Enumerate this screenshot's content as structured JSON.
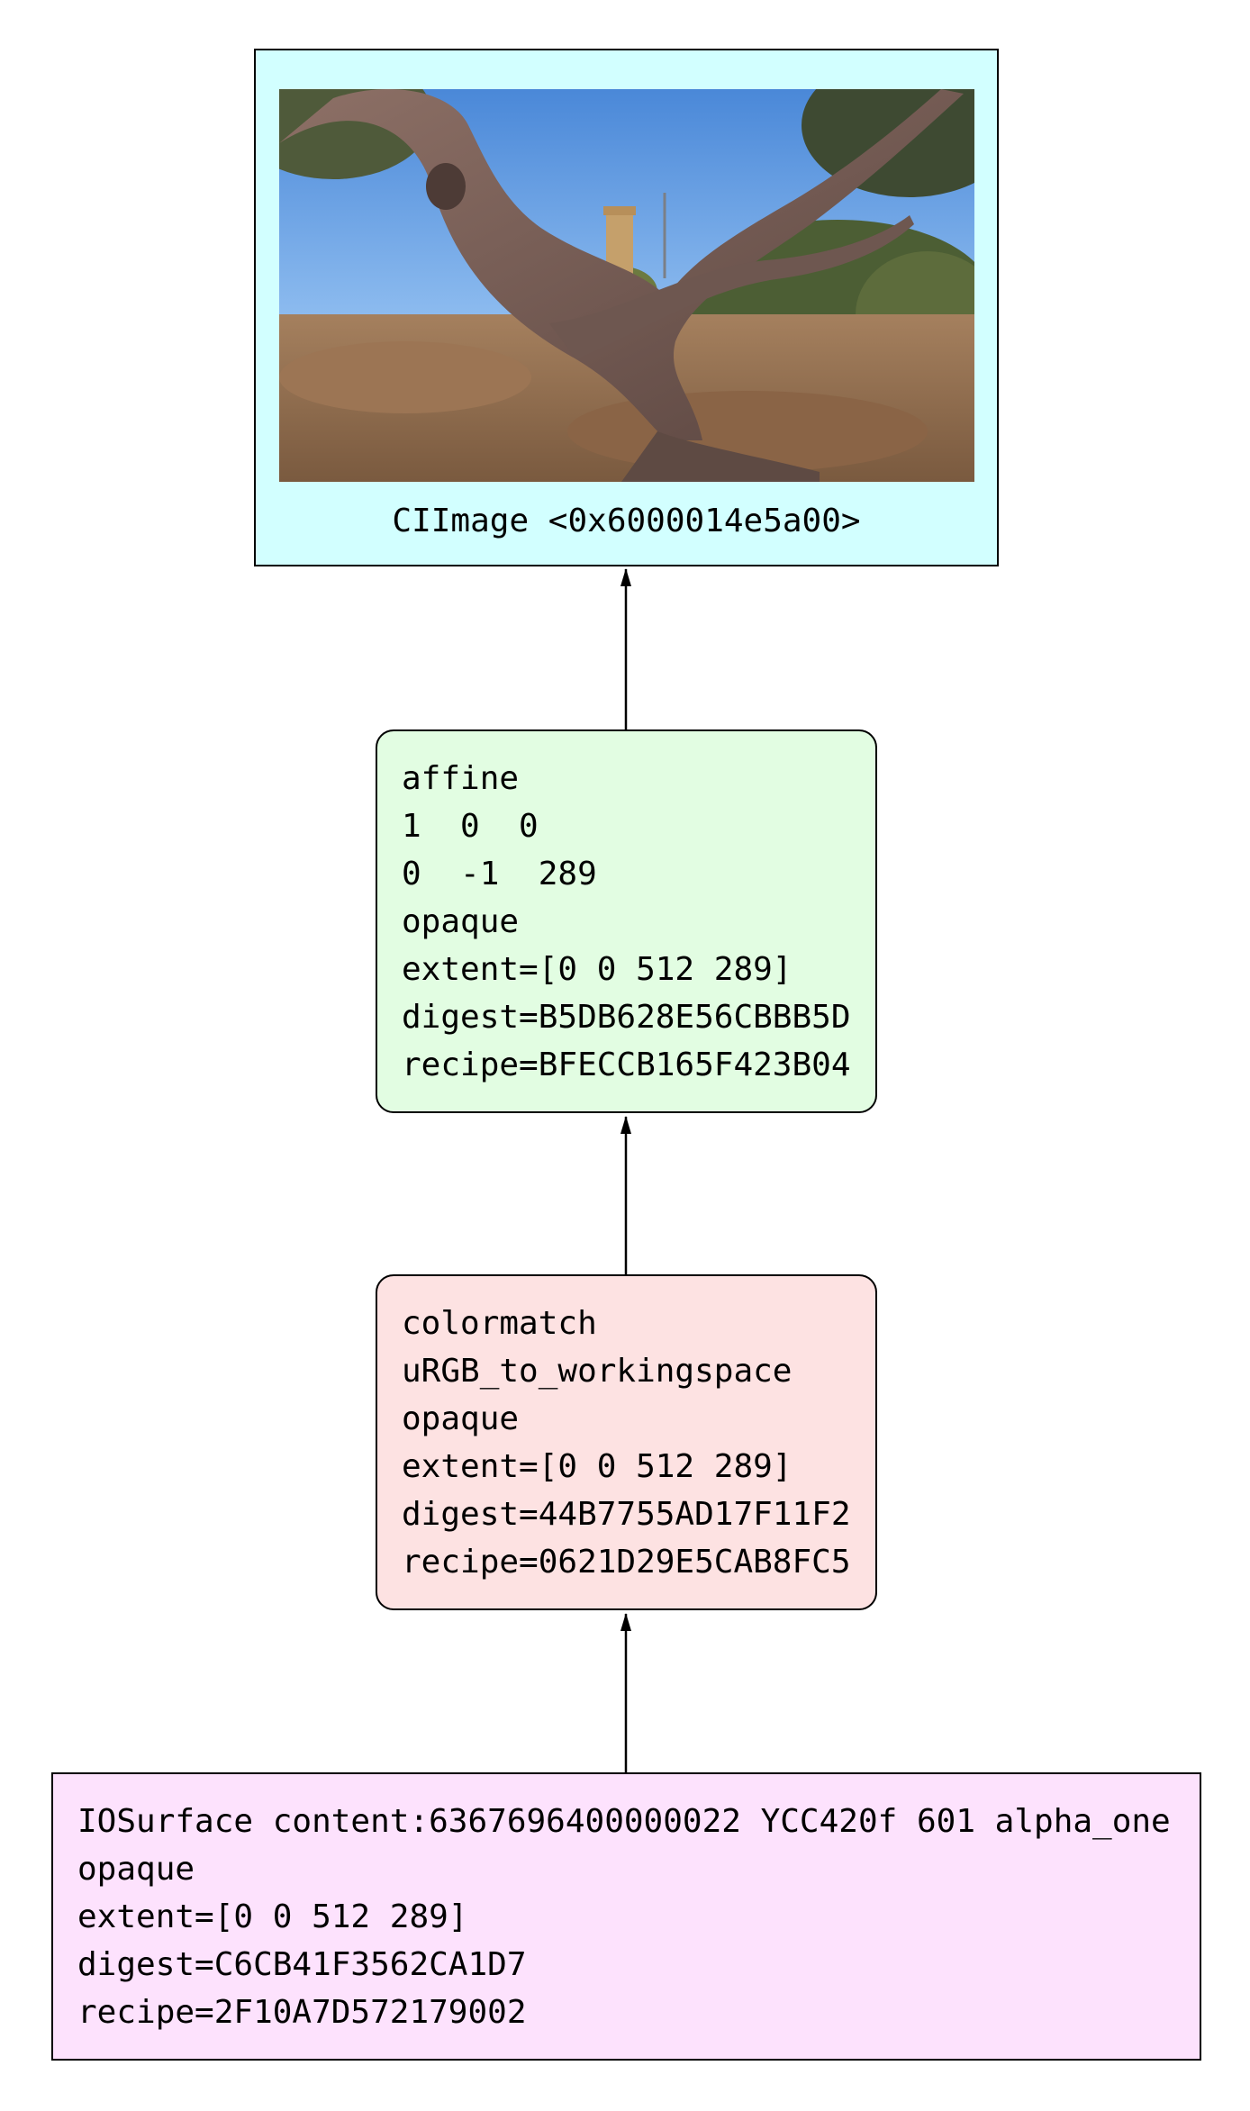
{
  "graph": {
    "output": {
      "label": "CIImage <0x6000014e5a00>",
      "thumbnail": "photo of a twisted pine tree with a stone tower in the background under a blue sky"
    },
    "affine": {
      "lines": [
        "affine",
        "1  0  0",
        "0  -1  289",
        "opaque",
        "extent=[0 0 512 289]",
        "digest=B5DB628E56CBBB5D",
        "recipe=BFECCB165F423B04"
      ]
    },
    "colormatch": {
      "lines": [
        "colormatch",
        "uRGB_to_workingspace",
        "opaque",
        "extent=[0 0 512 289]",
        "digest=44B7755AD17F11F2",
        "recipe=0621D29E5CAB8FC5"
      ]
    },
    "source": {
      "lines": [
        "IOSurface content:6367696400000022 YCC420f 601 alpha_one",
        "opaque",
        "extent=[0 0 512 289]",
        "digest=C6CB41F3562CA1D7",
        "recipe=2F10A7D572179002"
      ]
    }
  },
  "colors": {
    "output_fill": "#d2ffff",
    "affine_fill": "#e2fde2",
    "colormatch_fill": "#fde2e2",
    "source_fill": "#fde2fd",
    "stroke": "#000000"
  }
}
